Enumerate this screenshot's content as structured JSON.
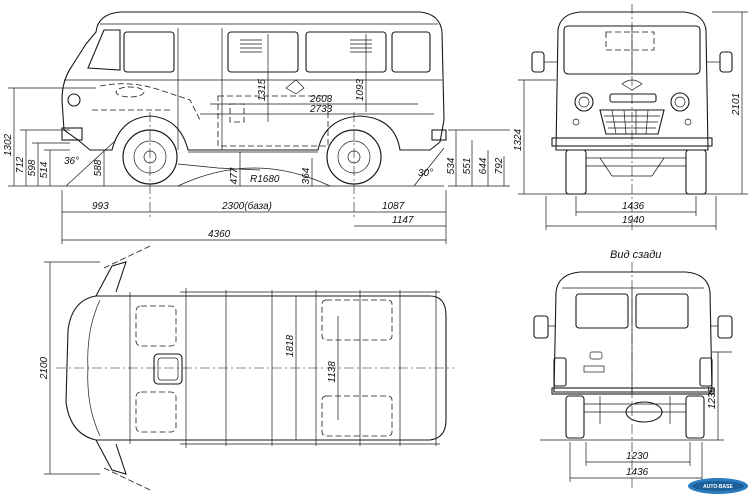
{
  "dimensions": {
    "side": {
      "h1302": "1302",
      "h712": "712",
      "h598": "598",
      "h514": "514",
      "a36": "36°",
      "h588": "588",
      "h1315": "1315",
      "h1093": "1093",
      "l2603": "2603",
      "l2733": "2733",
      "h477": "477",
      "r1680": "R1680",
      "h364": "364",
      "a30": "30°",
      "h534": "534",
      "h551": "551",
      "h644": "644",
      "h792": "792",
      "l993": "993",
      "l2300": "2300(база)",
      "l1087": "1087",
      "l1147": "1147",
      "l4360": "4360"
    },
    "front": {
      "h1324": "1324",
      "h2101": "2101",
      "w1436": "1436",
      "w1940": "1940"
    },
    "top": {
      "w2100": "2100",
      "l1818": "1818",
      "l1138": "1138"
    },
    "rear": {
      "caption": "Вид сзади",
      "h1235": "1235",
      "w1230": "1230",
      "w1436": "1436"
    }
  },
  "watermark": "AUTO-BASE"
}
